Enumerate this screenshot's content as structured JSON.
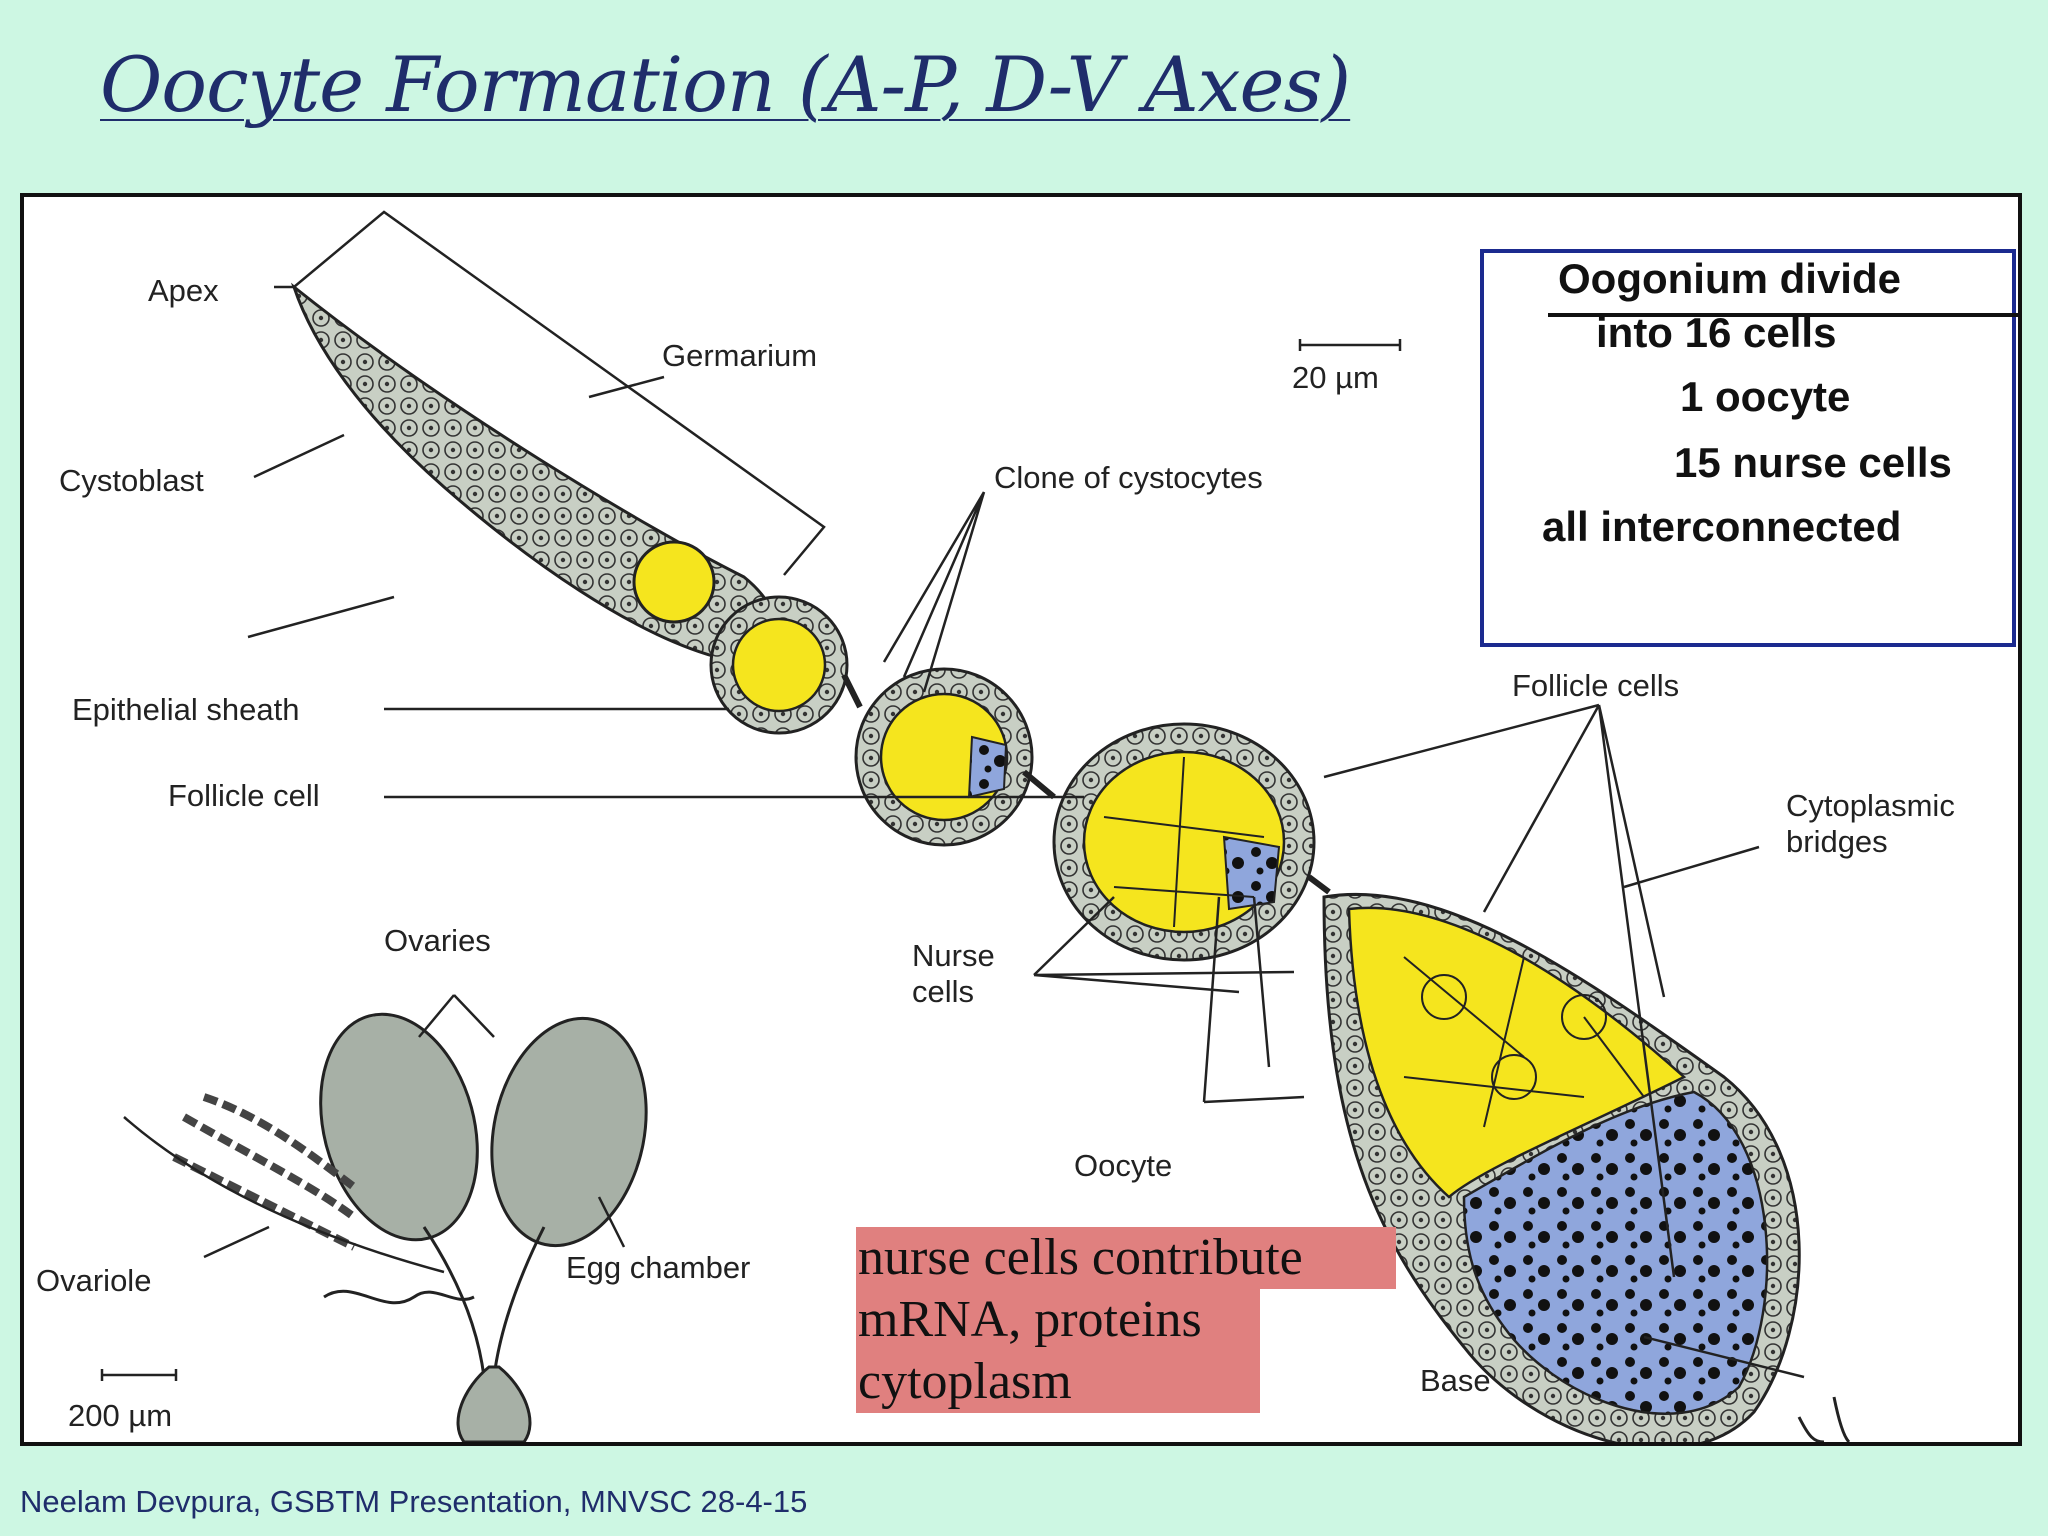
{
  "slide": {
    "title": "Oocyte Formation (A-P, D-V Axes)",
    "footer": "Neelam Devpura, GSBTM Presentation, MNVSC 28-4-15"
  },
  "diagram": {
    "labels": {
      "apex": "Apex",
      "germarium": "Germarium",
      "cystoblast": "Cystoblast",
      "clone": "Clone of cystocytes",
      "epithelial": "Epithelial sheath",
      "follicle_cell": "Follicle cell",
      "follicle_cells": "Follicle cells",
      "cytoplasmic_bridges_1": "Cytoplasmic",
      "cytoplasmic_bridges_2": "bridges",
      "ovaries": "Ovaries",
      "nurse_cells_1": "Nurse",
      "nurse_cells_2": "cells",
      "oocyte": "Oocyte",
      "egg_chamber": "Egg chamber",
      "ovariole": "Ovariole",
      "base": "Base",
      "scale_small": "20 µm",
      "scale_large": "200 µm"
    },
    "colors": {
      "nurse_yellow": "#f5e51e",
      "oocyte_blue": "#8fa6dc",
      "sheath_gray": "#c8cfc4",
      "box_border": "#1b2a8f",
      "note_highlight": "#e0807f"
    }
  },
  "infobox": {
    "lines": [
      "Oogonium divide",
      "into 16 cells",
      "1 oocyte",
      "15 nurse cells",
      "all interconnected"
    ]
  },
  "note": {
    "lines": [
      "nurse cells contribute",
      "mRNA, proteins",
      "cytoplasm"
    ]
  }
}
